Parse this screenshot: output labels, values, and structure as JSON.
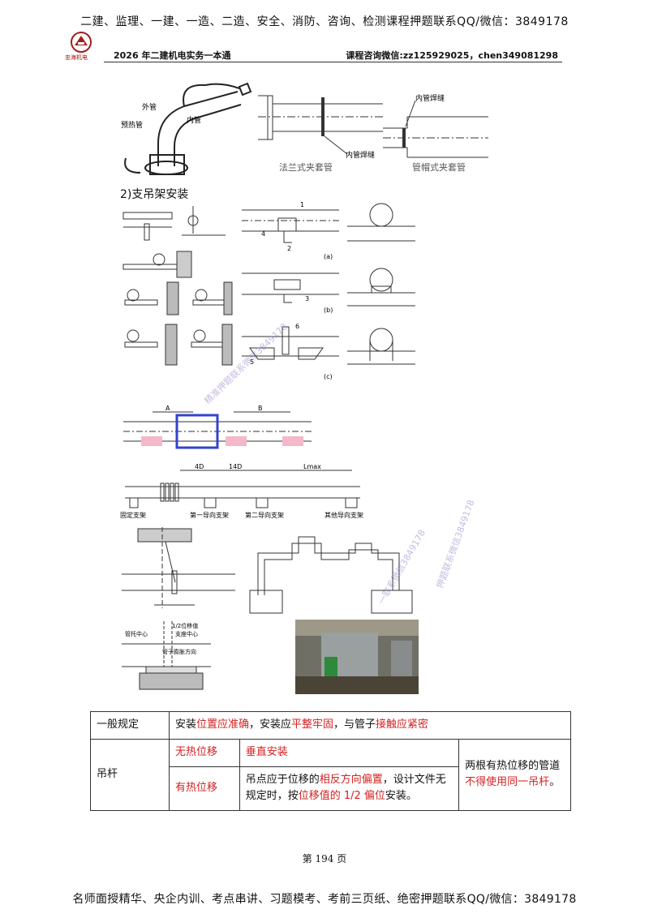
{
  "banner": {
    "top": "二建、监理、一建、一造、二造、安全、消防、咨询、检测课程押题联系QQ/微信：3849178"
  },
  "header": {
    "logo_text": "忠海机电",
    "title": "2026 年二建机电实务一本通",
    "contact": "课程咨询微信:zz125929025，chen349081298"
  },
  "figures": {
    "sleeve": {
      "outer_pipe": "外管",
      "inner_pipe": "内管",
      "heat_pipe": "预热管",
      "inner_weld_flange": "内管焊缝",
      "flange_caption": "法兰式夹套管",
      "inner_weld_cap": "内管焊缝",
      "cap_caption": "管帽式夹套管"
    },
    "section_title": "2)支吊架安装",
    "support_labels": {
      "A": "A",
      "B": "B",
      "a": "(a)",
      "b": "(b)",
      "c": "(c)",
      "n1": "1",
      "n2": "2",
      "n3": "3",
      "n4": "4",
      "n5": "5",
      "n6": "6"
    },
    "guide": {
      "dim1": "4D",
      "dim2": "14D",
      "dim3": "Lmax",
      "fixed": "固定支架",
      "guide1": "第一导向支架",
      "guide2": "第二导向支架",
      "other": "其他导向支架"
    },
    "offset": {
      "half": "1/2位移值",
      "pipe_center": "管托中心",
      "support_center": "支座中心",
      "expand_dir": "管子膨胀方向"
    },
    "watermarks": [
      "精准押题联系微信3849178",
      "押题联系微信3849178",
      "一联系微信3849178"
    ]
  },
  "table": {
    "r1_label": "一般规定",
    "r1_text": [
      {
        "t": "安装",
        "red": false
      },
      {
        "t": "位置应准确",
        "red": true
      },
      {
        "t": "，安装应",
        "red": false
      },
      {
        "t": "平整牢固",
        "red": true
      },
      {
        "t": "，与管子",
        "red": false
      },
      {
        "t": "接触应紧密",
        "red": true
      }
    ],
    "r2_label": "吊杆",
    "no_disp": "无热位移",
    "vertical": "垂直安装",
    "has_disp": "有热位移",
    "has_disp_text": [
      {
        "t": "吊点应于位移的",
        "red": false
      },
      {
        "t": "相反方向偏置",
        "red": true
      },
      {
        "t": "，设计文件无规定时，按",
        "red": false
      },
      {
        "t": "位移值的 1/2 偏位",
        "red": true
      },
      {
        "t": "安装。",
        "red": false
      }
    ],
    "two_pipes": [
      {
        "t": "两根有热位移的管道",
        "red": false
      },
      {
        "t": "不得使用同一吊杆",
        "red": true
      },
      {
        "t": "。",
        "red": false
      }
    ]
  },
  "page": {
    "number": "第 194 页"
  },
  "footer": {
    "text": "名师面授精华、央企内训、考点串讲、习题模考、考前三页纸、绝密押题联系QQ/微信：3849178"
  }
}
